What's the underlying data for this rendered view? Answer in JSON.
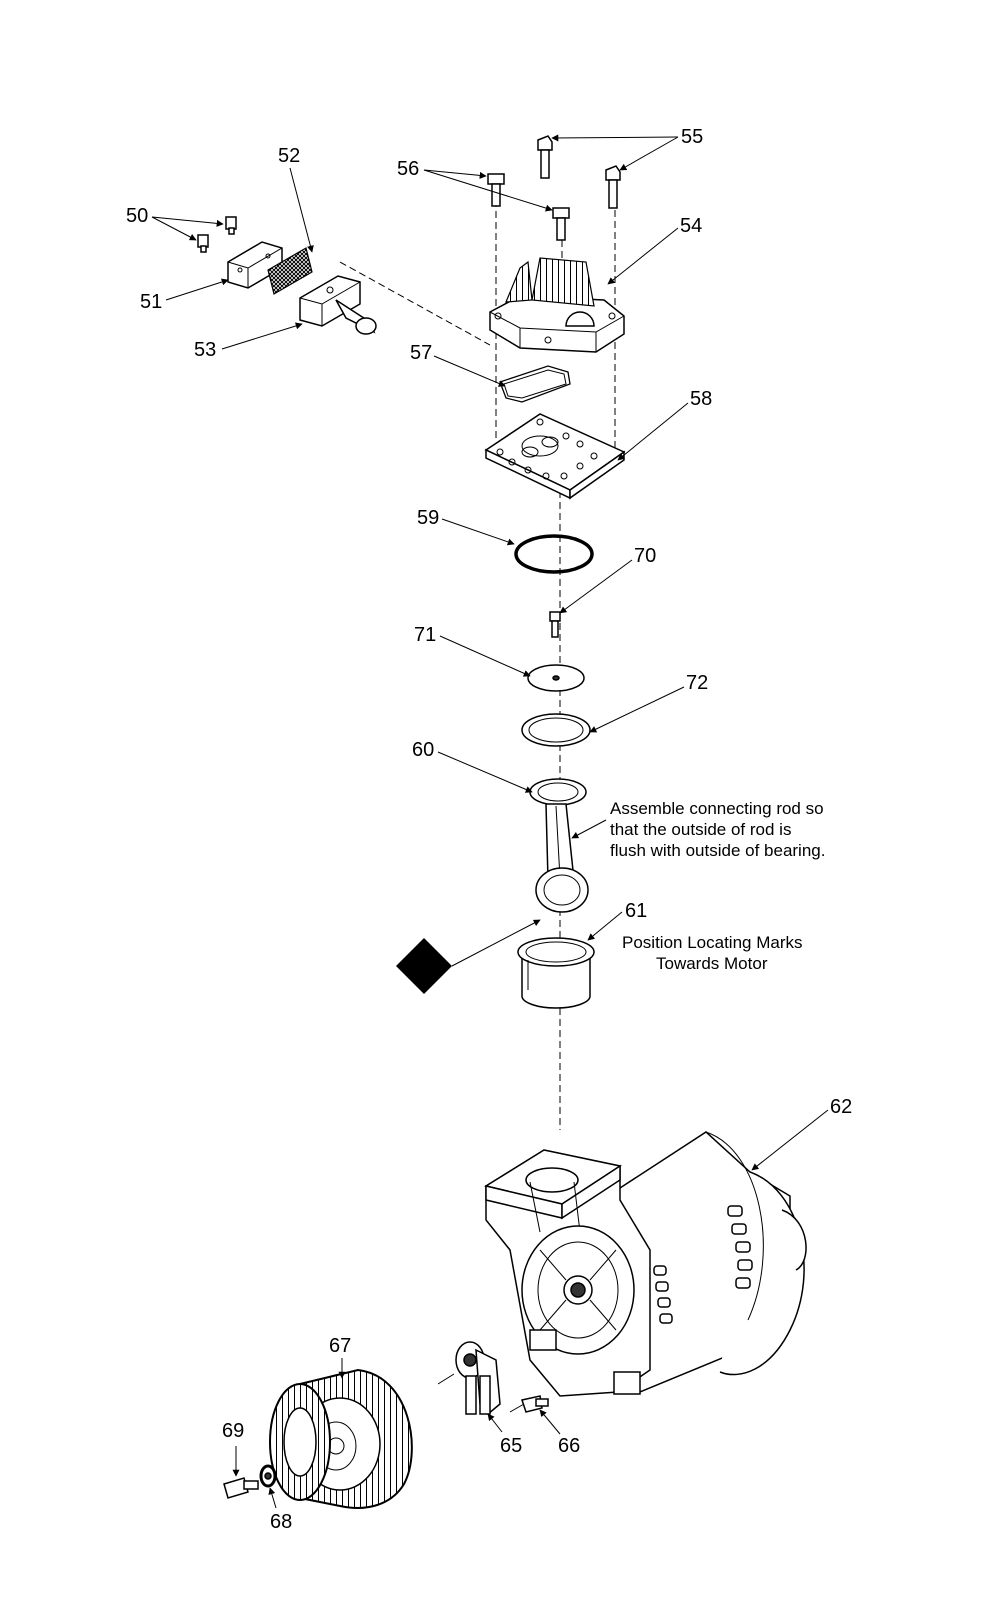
{
  "parts": {
    "p50": "50",
    "p51": "51",
    "p52": "52",
    "p53": "53",
    "p54": "54",
    "p55": "55",
    "p56": "56",
    "p57": "57",
    "p58": "58",
    "p59": "59",
    "p60": "60",
    "p61": "61",
    "p62": "62",
    "p65": "65",
    "p66": "66",
    "p67": "67",
    "p68": "68",
    "p69": "69",
    "p70": "70",
    "p71": "71",
    "p72": "72"
  },
  "notes": {
    "rod_line1": "Assemble connecting rod so",
    "rod_line2": "that the outside of rod is",
    "rod_line3": "flush with outside of bearing.",
    "marks_line1": "Position Locating Marks",
    "marks_line2": "Towards Motor"
  }
}
